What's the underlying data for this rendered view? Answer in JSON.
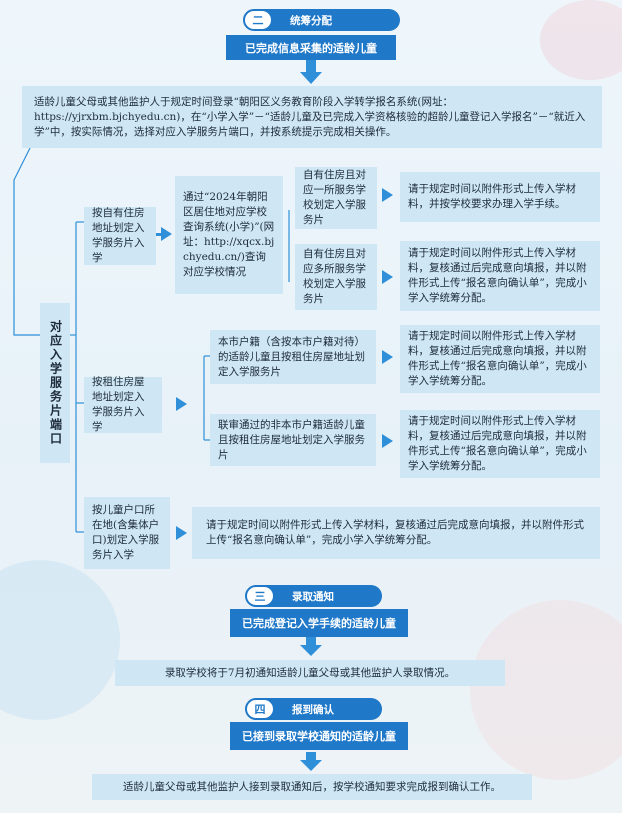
{
  "colors": {
    "accent": "#1f78c8",
    "box": "#cfe7f5",
    "arrow": "#2f8fd8"
  },
  "section2": {
    "num": "二",
    "title": "统筹分配",
    "banner": "已完成信息采集的适龄儿童"
  },
  "intro": "适龄儿童父母或其他监护人于规定时间登录“朝阳区义务教育阶段入学转学报名系统(网址：https://yjrxbm.bjchyedu.cn)，在“小学入学”－“适龄儿童及已完成入学资格核验的超龄儿童登记入学报名”－“就近入学”中，按实际情况，选择对应入学服务片端口，并按系统提示完成相关操作。",
  "port_label": "对应入学服务片端口",
  "branch1": {
    "label": "按自有住房地址划定入学服务片入学",
    "query": "通过“2024年朝阳区居住地对应学校查询系统(小学)”(网址：http://xqcx.bjchyedu.cn/)查询对应学校情况",
    "sub1": "自有住房且对应一所服务学校划定入学服务片",
    "res1": "请于规定时间以附件形式上传入学材料，并按学校要求办理入学手续。",
    "sub2": "自有住房且对应多所服务学校划定入学服务片",
    "res2": "请于规定时间以附件形式上传入学材料，复核通过后完成意向填报，并以附件形式上传“报名意向确认单”，完成小学入学统筹分配。"
  },
  "branch2": {
    "label": "按租住房屋地址划定入学服务片入学",
    "sub1": "本市户籍（含按本市户籍对待）的适龄儿童且按租住房屋地址划定入学服务片",
    "res1": "请于规定时间以附件形式上传入学材料，复核通过后完成意向填报，并以附件形式上传“报名意向确认单”，完成小学入学统筹分配。",
    "sub2": "联审通过的非本市户籍适龄儿童且按租住房屋地址划定入学服务片",
    "res2": "请于规定时间以附件形式上传入学材料，复核通过后完成意向填报，并以附件形式上传“报名意向确认单”，完成小学入学统筹分配。"
  },
  "branch3": {
    "label": "按儿童户口所在地(含集体户口)划定入学服务片入学",
    "res": "请于规定时间以附件形式上传入学材料，复核通过后完成意向填报，并以附件形式上传“报名意向确认单”，完成小学入学统筹分配。"
  },
  "section3": {
    "num": "三",
    "title": "录取通知",
    "banner": "已完成登记入学手续的适龄儿童",
    "text": "录取学校将于7月初通知适龄儿童父母或其他监护人录取情况。"
  },
  "section4": {
    "num": "四",
    "title": "报到确认",
    "banner": "已接到录取学校通知的适龄儿童",
    "text": "适龄儿童父母或其他监护人接到录取通知后，按学校通知要求完成报到确认工作。"
  }
}
